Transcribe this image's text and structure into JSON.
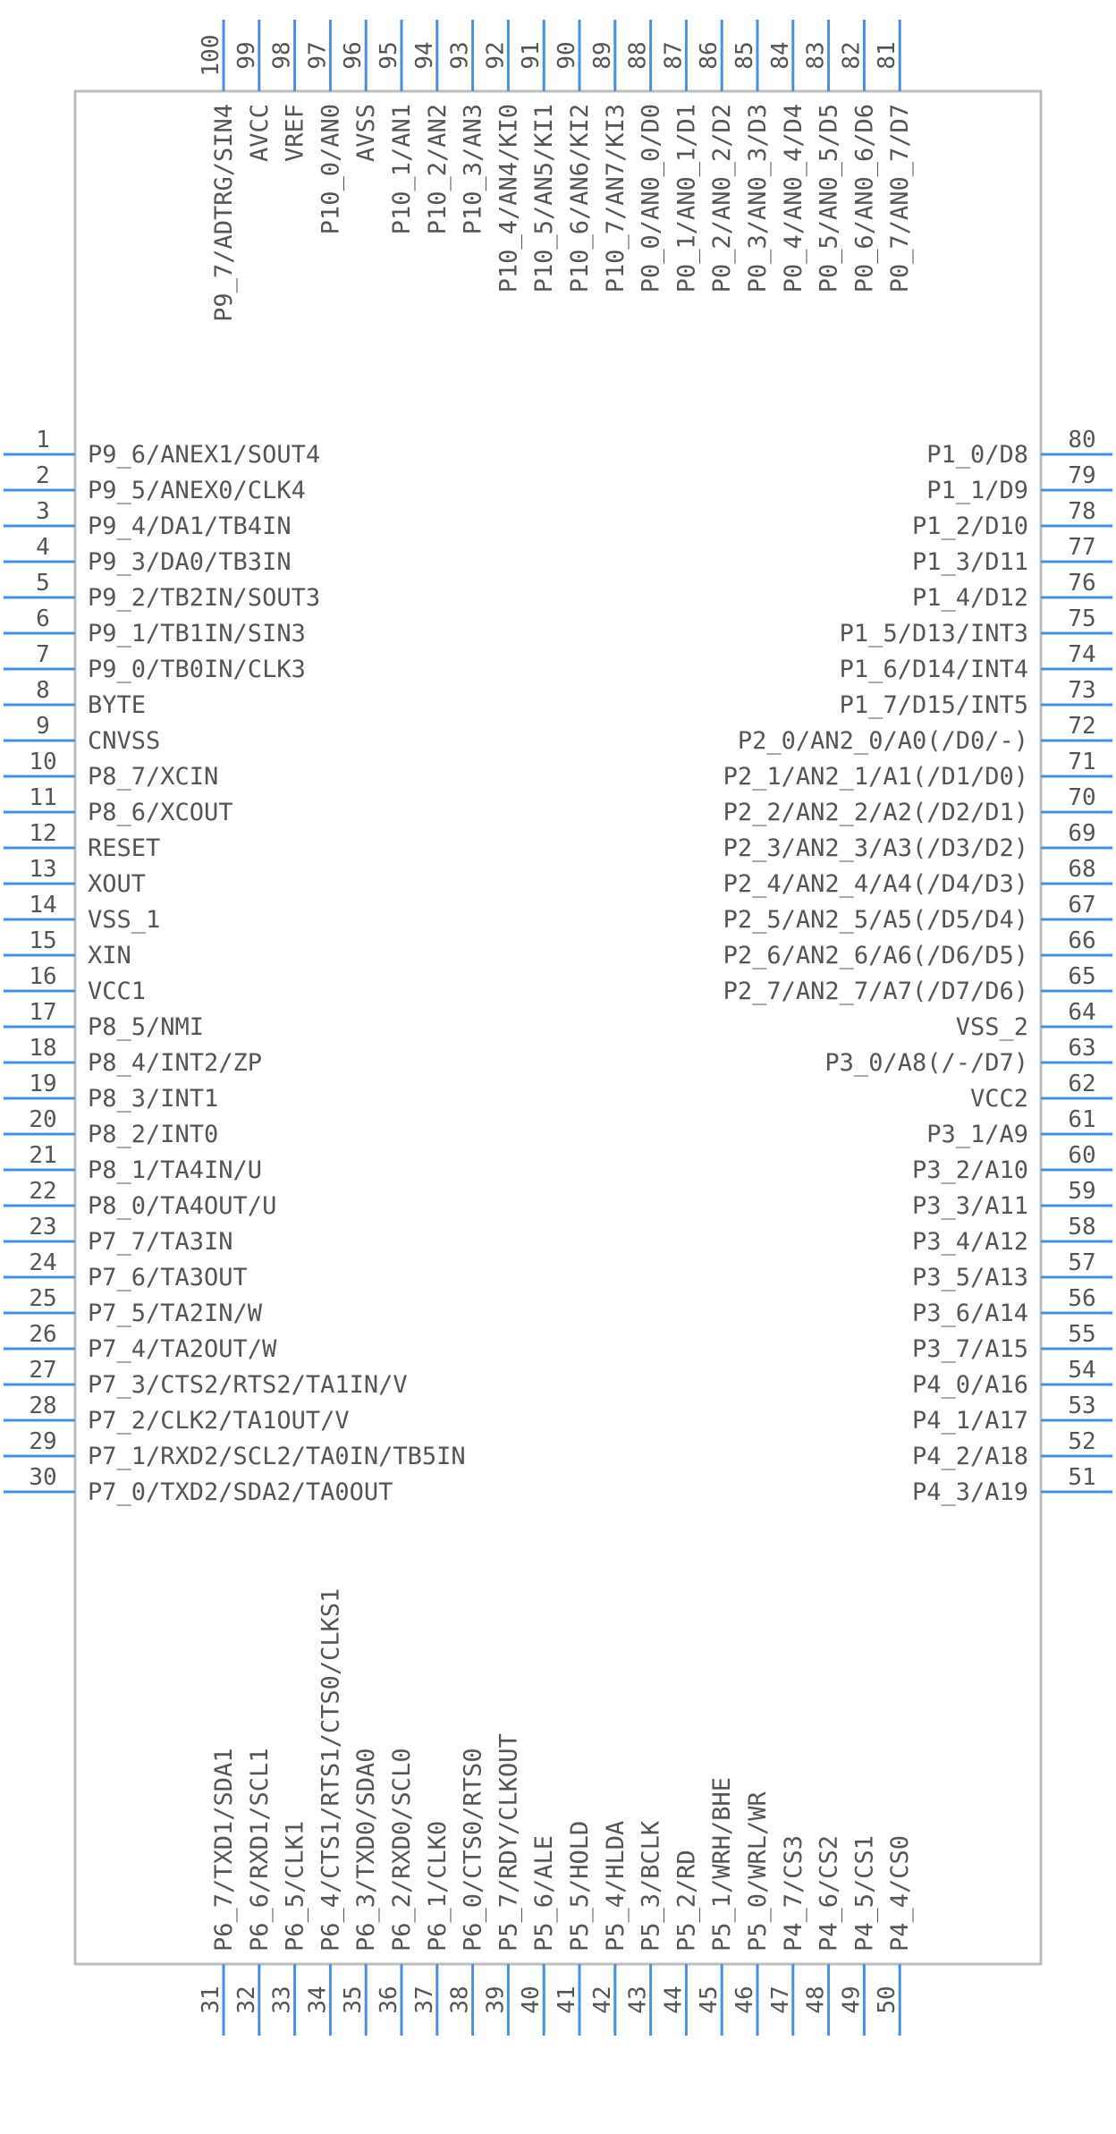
{
  "component": {
    "left_pins": [
      {
        "num": "1",
        "label": "P9_6/ANEX1/SOUT4"
      },
      {
        "num": "2",
        "label": "P9_5/ANEX0/CLK4"
      },
      {
        "num": "3",
        "label": "P9_4/DA1/TB4IN"
      },
      {
        "num": "4",
        "label": "P9_3/DA0/TB3IN"
      },
      {
        "num": "5",
        "label": "P9_2/TB2IN/SOUT3"
      },
      {
        "num": "6",
        "label": "P9_1/TB1IN/SIN3"
      },
      {
        "num": "7",
        "label": "P9_0/TB0IN/CLK3"
      },
      {
        "num": "8",
        "label": "BYTE"
      },
      {
        "num": "9",
        "label": "CNVSS"
      },
      {
        "num": "10",
        "label": "P8_7/XCIN"
      },
      {
        "num": "11",
        "label": "P8_6/XCOUT"
      },
      {
        "num": "12",
        "label": "RESET"
      },
      {
        "num": "13",
        "label": "XOUT"
      },
      {
        "num": "14",
        "label": "VSS_1"
      },
      {
        "num": "15",
        "label": "XIN"
      },
      {
        "num": "16",
        "label": "VCC1"
      },
      {
        "num": "17",
        "label": "P8_5/NMI"
      },
      {
        "num": "18",
        "label": "P8_4/INT2/ZP"
      },
      {
        "num": "19",
        "label": "P8_3/INT1"
      },
      {
        "num": "20",
        "label": "P8_2/INT0"
      },
      {
        "num": "21",
        "label": "P8_1/TA4IN/U"
      },
      {
        "num": "22",
        "label": "P8_0/TA4OUT/U"
      },
      {
        "num": "23",
        "label": "P7_7/TA3IN"
      },
      {
        "num": "24",
        "label": "P7_6/TA3OUT"
      },
      {
        "num": "25",
        "label": "P7_5/TA2IN/W"
      },
      {
        "num": "26",
        "label": "P7_4/TA2OUT/W"
      },
      {
        "num": "27",
        "label": "P7_3/CTS2/RTS2/TA1IN/V"
      },
      {
        "num": "28",
        "label": "P7_2/CLK2/TA1OUT/V"
      },
      {
        "num": "29",
        "label": "P7_1/RXD2/SCL2/TA0IN/TB5IN"
      },
      {
        "num": "30",
        "label": "P7_0/TXD2/SDA2/TA0OUT"
      }
    ],
    "right_pins": [
      {
        "num": "80",
        "label": "P1_0/D8"
      },
      {
        "num": "79",
        "label": "P1_1/D9"
      },
      {
        "num": "78",
        "label": "P1_2/D10"
      },
      {
        "num": "77",
        "label": "P1_3/D11"
      },
      {
        "num": "76",
        "label": "P1_4/D12"
      },
      {
        "num": "75",
        "label": "P1_5/D13/INT3"
      },
      {
        "num": "74",
        "label": "P1_6/D14/INT4"
      },
      {
        "num": "73",
        "label": "P1_7/D15/INT5"
      },
      {
        "num": "72",
        "label": "P2_0/AN2_0/A0(/D0/-)"
      },
      {
        "num": "71",
        "label": "P2_1/AN2_1/A1(/D1/D0)"
      },
      {
        "num": "70",
        "label": "P2_2/AN2_2/A2(/D2/D1)"
      },
      {
        "num": "69",
        "label": "P2_3/AN2_3/A3(/D3/D2)"
      },
      {
        "num": "68",
        "label": "P2_4/AN2_4/A4(/D4/D3)"
      },
      {
        "num": "67",
        "label": "P2_5/AN2_5/A5(/D5/D4)"
      },
      {
        "num": "66",
        "label": "P2_6/AN2_6/A6(/D6/D5)"
      },
      {
        "num": "65",
        "label": "P2_7/AN2_7/A7(/D7/D6)"
      },
      {
        "num": "64",
        "label": "VSS_2"
      },
      {
        "num": "63",
        "label": "P3_0/A8(/-/D7)"
      },
      {
        "num": "62",
        "label": "VCC2"
      },
      {
        "num": "61",
        "label": "P3_1/A9"
      },
      {
        "num": "60",
        "label": "P3_2/A10"
      },
      {
        "num": "59",
        "label": "P3_3/A11"
      },
      {
        "num": "58",
        "label": "P3_4/A12"
      },
      {
        "num": "57",
        "label": "P3_5/A13"
      },
      {
        "num": "56",
        "label": "P3_6/A14"
      },
      {
        "num": "55",
        "label": "P3_7/A15"
      },
      {
        "num": "54",
        "label": "P4_0/A16"
      },
      {
        "num": "53",
        "label": "P4_1/A17"
      },
      {
        "num": "52",
        "label": "P4_2/A18"
      },
      {
        "num": "51",
        "label": "P4_3/A19"
      }
    ],
    "top_pins": [
      {
        "num": "100",
        "label": "P9_7/ADTRG/SIN4"
      },
      {
        "num": "99",
        "label": "AVCC"
      },
      {
        "num": "98",
        "label": "VREF"
      },
      {
        "num": "97",
        "label": "P10_0/AN0"
      },
      {
        "num": "96",
        "label": "AVSS"
      },
      {
        "num": "95",
        "label": "P10_1/AN1"
      },
      {
        "num": "94",
        "label": "P10_2/AN2"
      },
      {
        "num": "93",
        "label": "P10_3/AN3"
      },
      {
        "num": "92",
        "label": "P10_4/AN4/KI0"
      },
      {
        "num": "91",
        "label": "P10_5/AN5/KI1"
      },
      {
        "num": "90",
        "label": "P10_6/AN6/KI2"
      },
      {
        "num": "89",
        "label": "P10_7/AN7/KI3"
      },
      {
        "num": "88",
        "label": "P0_0/AN0_0/D0"
      },
      {
        "num": "87",
        "label": "P0_1/AN0_1/D1"
      },
      {
        "num": "86",
        "label": "P0_2/AN0_2/D2"
      },
      {
        "num": "85",
        "label": "P0_3/AN0_3/D3"
      },
      {
        "num": "84",
        "label": "P0_4/AN0_4/D4"
      },
      {
        "num": "83",
        "label": "P0_5/AN0_5/D5"
      },
      {
        "num": "82",
        "label": "P0_6/AN0_6/D6"
      },
      {
        "num": "81",
        "label": "P0_7/AN0_7/D7"
      }
    ],
    "bottom_pins": [
      {
        "num": "31",
        "label": "P6_7/TXD1/SDA1"
      },
      {
        "num": "32",
        "label": "P6_6/RXD1/SCL1"
      },
      {
        "num": "33",
        "label": "P6_5/CLK1"
      },
      {
        "num": "34",
        "label": "P6_4/CTS1/RTS1/CTS0/CLKS1"
      },
      {
        "num": "35",
        "label": "P6_3/TXD0/SDA0"
      },
      {
        "num": "36",
        "label": "P6_2/RXD0/SCL0"
      },
      {
        "num": "37",
        "label": "P6_1/CLK0"
      },
      {
        "num": "38",
        "label": "P6_0/CTS0/RTS0"
      },
      {
        "num": "39",
        "label": "P5_7/RDY/CLKOUT"
      },
      {
        "num": "40",
        "label": "P5_6/ALE"
      },
      {
        "num": "41",
        "label": "P5_5/HOLD"
      },
      {
        "num": "42",
        "label": "P5_4/HLDA"
      },
      {
        "num": "43",
        "label": "P5_3/BCLK"
      },
      {
        "num": "44",
        "label": "P5_2/RD"
      },
      {
        "num": "45",
        "label": "P5_1/WRH/BHE"
      },
      {
        "num": "46",
        "label": "P5_0/WRL/WR"
      },
      {
        "num": "47",
        "label": "P4_7/CS3"
      },
      {
        "num": "48",
        "label": "P4_6/CS2"
      },
      {
        "num": "49",
        "label": "P4_5/CS1"
      },
      {
        "num": "50",
        "label": "P4_4/CS0"
      }
    ]
  },
  "colors": {
    "pin": "#4a90e2",
    "body_stroke": "#bdbdbd",
    "text": "#555555"
  }
}
